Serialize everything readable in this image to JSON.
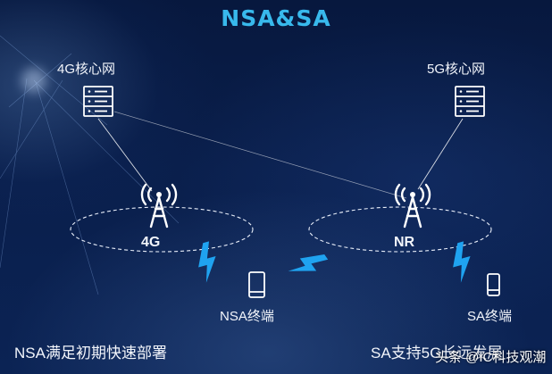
{
  "title": "NSA&SA",
  "nodes": {
    "core_4g": {
      "label": "4G核心网",
      "icon": "server-icon"
    },
    "core_5g": {
      "label": "5G核心网",
      "icon": "server-icon"
    },
    "bs_4g": {
      "label": "4G",
      "icon": "cell-tower-icon"
    },
    "bs_nr": {
      "label": "NR",
      "icon": "cell-tower-icon"
    },
    "ue_nsa": {
      "label": "NSA终端",
      "icon": "smartphone-icon"
    },
    "ue_sa": {
      "label": "SA终端",
      "icon": "smartphone-icon"
    }
  },
  "notes": {
    "nsa": "NSA满足初期快速部署",
    "sa": "SA支持5G长远发展"
  },
  "watermark": "头条 @IC科技观潮",
  "colors": {
    "title": "#38b9ec",
    "lightning": "#1fa3f0",
    "lines": "#ffffff",
    "coverage": "#ffffff"
  }
}
